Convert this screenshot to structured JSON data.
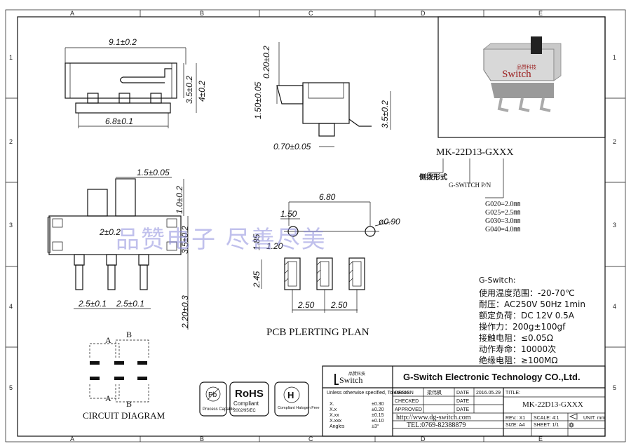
{
  "frame": {
    "cols": [
      "A",
      "B",
      "C",
      "D",
      "E"
    ],
    "rows": [
      "1",
      "2",
      "3",
      "4",
      "5"
    ]
  },
  "views": {
    "top": {
      "width": "9.1±0.2",
      "pins": "6.8±0.1",
      "h1": "3.5±0.2",
      "h2": "4±0.2"
    },
    "side": {
      "top": "0.20±0.2",
      "lever": "1.50±0.05",
      "height": "3.5±0.2",
      "pin": "0.70±0.05"
    },
    "front": {
      "lever_w": "1.5±0.05",
      "lever_h": "1.0±0.2",
      "travel": "2±0.2",
      "body_h": "3.5±0.2",
      "pitch1": "2.5±0.1",
      "pitch2": "2.5±0.1",
      "pin_len": "2.20±0.3"
    },
    "pcb": {
      "title": "PCB PLERTING PLAN",
      "span": "6.80",
      "hole_off": "1.50",
      "hole_d": "ø0.90",
      "h1": "1.85",
      "w1": "1.20",
      "pad_h": "2.45",
      "pitch1": "2.50",
      "pitch2": "2.50"
    },
    "circuit": {
      "title": "CIRCUIT DIAGRAM",
      "a": "A",
      "b": "B"
    }
  },
  "part_number": "MK-22D13-GXXX",
  "legend": {
    "type_cn": "侧拨形式",
    "pn_label": "G-SWITCH P/N",
    "codes": [
      "G020=2.0㎜",
      "G025=2.5㎜",
      "G030=3.0㎜",
      "G040=4.0㎜"
    ]
  },
  "photo": {
    "brand": "Switch",
    "brand_cn": "品赞科技"
  },
  "watermark": "品赞电子  尽善尽美",
  "specs": {
    "heading": "G-Switch:",
    "lines": [
      "使用温度范围：-20-70℃",
      "耐压：AC250V  50Hz  1min",
      "额定负荷：DC  12V  0.5A",
      "操作力：200g±100gf",
      "接触电阻：≤0.05Ω",
      "动作寿命：10000次",
      "绝缘电阻：≥100MΩ"
    ]
  },
  "certs": [
    "Pb Process Capable",
    "RoHS Compliant 2002/95/EC",
    "Compliant Halogen Free"
  ],
  "cert_labels": {
    "rohs": "RoHS",
    "rohs_sub": "Compliant",
    "rohs_dir": "2002/95/EC",
    "pb": "Process Capable",
    "hf": "Compliant Halogen Free"
  },
  "title_block": {
    "company": "G-Switch Electronic Technology CO.,Ltd.",
    "logo_text": "Switch",
    "logo_cn": "品赞科技",
    "tolerance_head": "Unless otherwise specified, Tolerance:",
    "tolerances": [
      [
        "X.",
        "±0.30"
      ],
      [
        "X.x",
        "±0.20"
      ],
      [
        "X.xx",
        "±0.15"
      ],
      [
        "X.xxx",
        "±0.10"
      ],
      [
        "Angles",
        "±3°"
      ]
    ],
    "design": "DESIGN",
    "designer": "梁伟枫",
    "date_label": "DATE",
    "date": "2016.05.29",
    "checked": "CHECKED",
    "approved": "APPROVED",
    "title_label": "TITLE:",
    "title": "MK-22D13-GXXX",
    "website": "http://www.dg-switch.com",
    "tel": "TEL:0769-82388879",
    "rev": "REV.: X1",
    "scale": "SCALE: 4:1",
    "unit": "UNIT: mm",
    "size": "SIZE: A4",
    "sheet": "SHEET: 1/1"
  }
}
